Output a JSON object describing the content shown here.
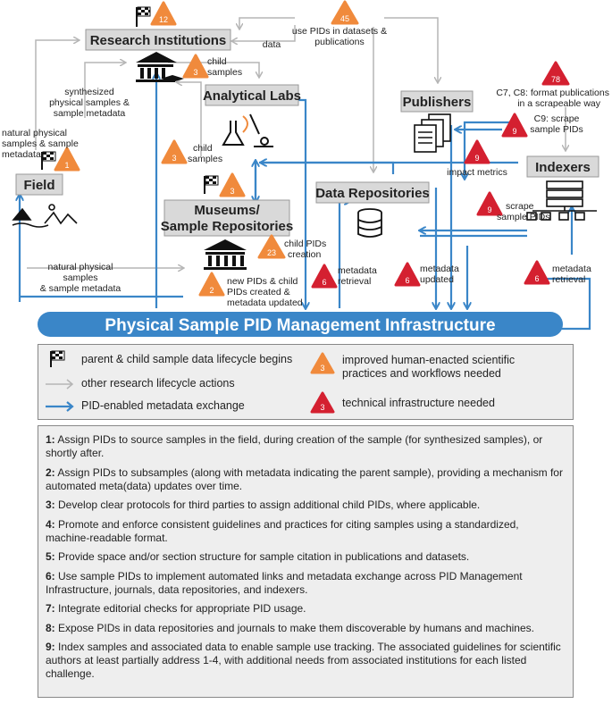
{
  "nodes": {
    "research_institutions": "Research Institutions",
    "analytical_labs": "Analytical Labs",
    "publishers": "Publishers",
    "indexers": "Indexers",
    "field": "Field",
    "data_repositories": "Data Repositories",
    "museums_line1": "Museums/",
    "museums_line2": "Sample Repositories"
  },
  "edge_labels": {
    "use_pids_1": "use PIDs in datasets &",
    "use_pids_2": "publications",
    "data": "data",
    "child_samples_1_a": "child",
    "child_samples_1_b": "samples",
    "synth_1": "synthesized",
    "synth_2": "physical samples &",
    "synth_3": "sample metadata",
    "natural_1": "natural physical",
    "natural_2": "samples & sample",
    "natural_3": "metadata",
    "child_samples_2_a": "child",
    "child_samples_2_b": "samples",
    "format_1": "C7, C8: format publications",
    "format_2": "in a scrapeable way",
    "scrape_pub_1": "C9: scrape",
    "scrape_pub_2": "sample PIDs",
    "impact": "impact metrics",
    "scrape_idx_1": "scrape",
    "scrape_idx_2": "sample PIDs",
    "child_pids_1": "child PIDs",
    "child_pids_2": "creation",
    "natural_field_1": "natural physical",
    "natural_field_2": "samples",
    "natural_field_3": "& sample metadata",
    "new_pids_1": "new PIDs & child",
    "new_pids_2": "PIDs created &",
    "new_pids_3": "metadata updated",
    "meta_retrieval_1a": "metadata",
    "meta_retrieval_1b": "retrieval",
    "meta_updated_a": "metadata",
    "meta_updated_b": "updated",
    "meta_retrieval_2a": "metadata",
    "meta_retrieval_2b": "retrieval"
  },
  "badges": {
    "b12_top": "12",
    "b45": "45",
    "b3_labs": "3",
    "b78": "78",
    "b9_pub": "9",
    "b9_impact": "9",
    "b1_field": "1",
    "b3_child": "3",
    "b3_museum": "3",
    "b9_idx": "9",
    "b23": "23",
    "b2_museum": "2",
    "b6_a": "6",
    "b6_b": "6",
    "b6_c": "6"
  },
  "infrastructure_bar": "Physical Sample PID Management Infrastructure",
  "legend": {
    "flag": "parent & child sample data lifecycle begins",
    "gray_arrow": "other research lifecycle actions",
    "blue_arrow": "PID-enabled metadata exchange",
    "human_1": "improved human-enacted  scientific",
    "human_2": "practices and workflows needed",
    "human_badge": "3",
    "tech": "technical infrastructure needed",
    "tech_badge": "3"
  },
  "notes": [
    {
      "num": "1:",
      "text": "Assign PIDs to source samples in the field, during creation of the sample (for synthesized samples), or shortly after."
    },
    {
      "num": "2:",
      "text": "Assign PIDs to subsamples (along with metadata indicating the parent sample), providing a mechanism for automated meta(data) updates over time."
    },
    {
      "num": "3:",
      "text": "Develop clear protocols for third parties to assign additional child PIDs, where applicable."
    },
    {
      "num": "4:",
      "text": "Promote and enforce consistent guidelines and practices for citing samples using a standardized, machine-readable format."
    },
    {
      "num": "5:",
      "text": "Provide space and/or section structure for sample citation in publications and datasets."
    },
    {
      "num": "6:",
      "text": "Use sample PIDs to implement automated links and metadata exchange across PID Management Infrastructure, journals, data repositories, and indexers."
    },
    {
      "num": "7:",
      "text": "Integrate editorial checks for appropriate PID usage."
    },
    {
      "num": "8:",
      "text": "Expose PIDs in data repositories and journals to make them discoverable by humans and machines."
    },
    {
      "num": "9:",
      "text": "Index samples and associated data to enable sample use tracking. The associated guidelines for scientific authors at least partially address 1-4, with additional needs from associated institutions for each listed challenge."
    }
  ],
  "colors": {
    "blue": "#3a86c8",
    "gray_arrow": "#b5b5b5",
    "orange": "#f08a3c",
    "red": "#d42030",
    "node_fill": "#d9d9d9"
  }
}
